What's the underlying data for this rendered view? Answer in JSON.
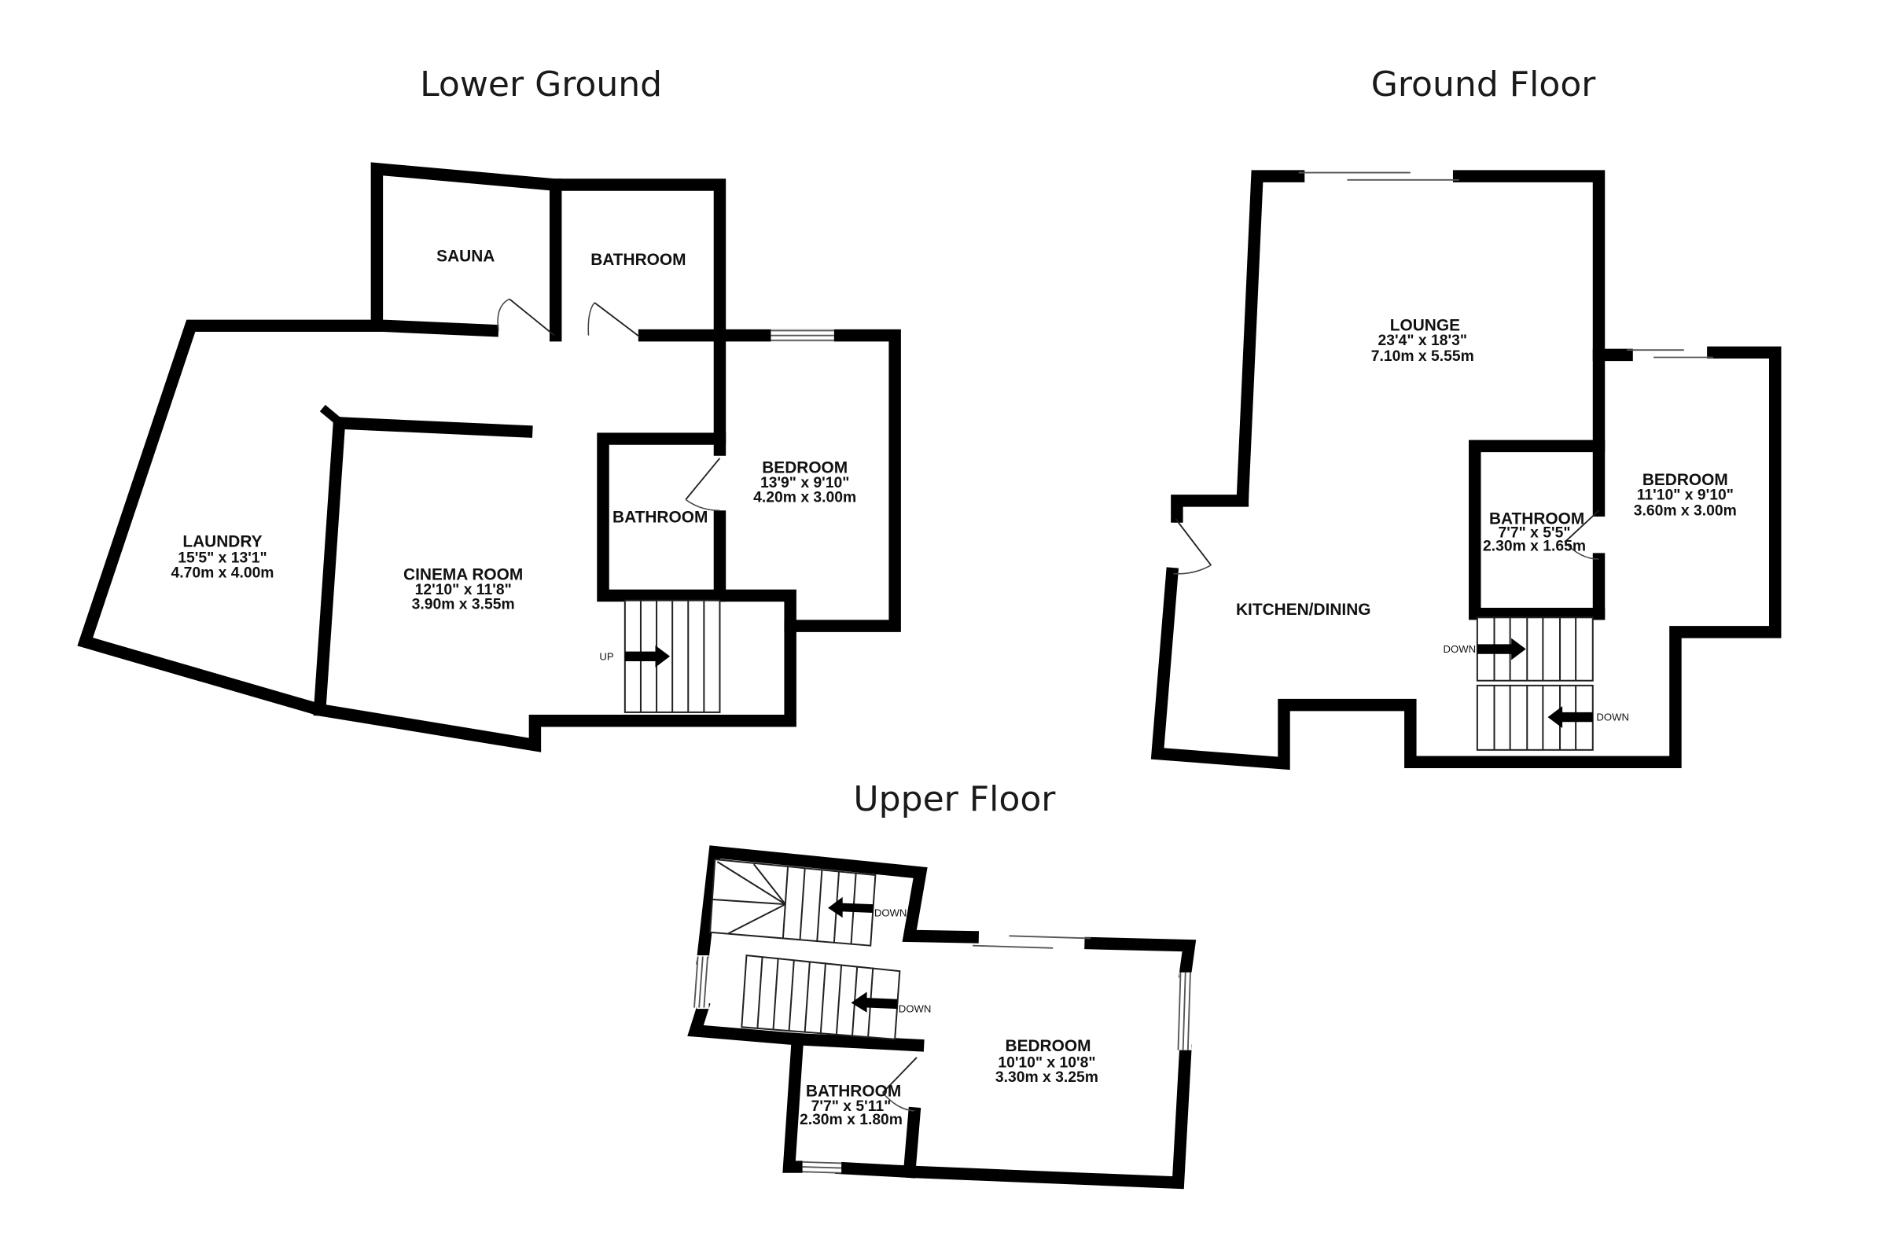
{
  "floors": [
    {
      "title": "Lower Ground",
      "rooms": [
        {
          "name": "SAUNA"
        },
        {
          "name": "BATHROOM"
        },
        {
          "name": "LAUNDRY",
          "imperial": "15'5\"  x 13'1\"",
          "metric": "4.70m  x 4.00m"
        },
        {
          "name": "CINEMA ROOM",
          "imperial": "12'10\"  x 11'8\"",
          "metric": "3.90m  x 3.55m"
        },
        {
          "name": "BATHROOM"
        },
        {
          "name": "BEDROOM",
          "imperial": "13'9\"  x 9'10\"",
          "metric": "4.20m  x 3.00m"
        }
      ],
      "stairs": [
        {
          "label": "UP"
        }
      ]
    },
    {
      "title": "Ground Floor",
      "rooms": [
        {
          "name": "LOUNGE",
          "imperial": "23'4\"  x 18'3\"",
          "metric": "7.10m  x 5.55m"
        },
        {
          "name": "BEDROOM",
          "imperial": "11'10\"  x 9'10\"",
          "metric": "3.60m  x 3.00m"
        },
        {
          "name": "BATHROOM",
          "imperial": "7'7\"  x 5'5\"",
          "metric": "2.30m  x 1.65m"
        },
        {
          "name": "KITCHEN/DINING"
        }
      ],
      "stairs": [
        {
          "label": "DOWN"
        },
        {
          "label": "DOWN"
        }
      ]
    },
    {
      "title": "Upper Floor",
      "rooms": [
        {
          "name": "BEDROOM",
          "imperial": "10'10\"  x 10'8\"",
          "metric": "3.30m  x 3.25m"
        },
        {
          "name": "BATHROOM",
          "imperial": "7'7\"  x 5'11\"",
          "metric": "2.30m  x 1.80m"
        }
      ],
      "stairs": [
        {
          "label": "DOWN"
        },
        {
          "label": "DOWN"
        }
      ]
    }
  ]
}
